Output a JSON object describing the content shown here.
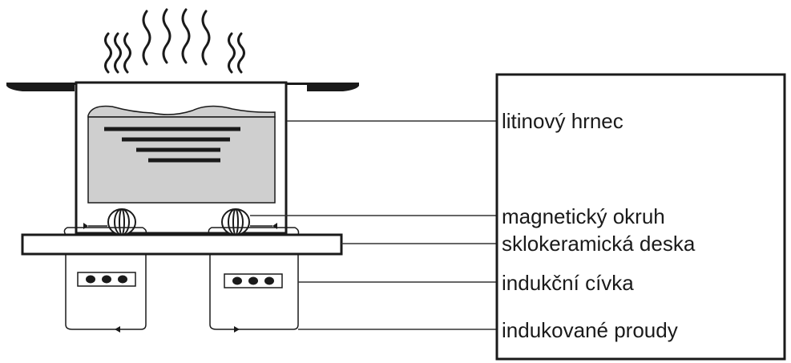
{
  "labels": {
    "cast_iron_pot": "litinový hrnec",
    "magnetic_circuit": "magnetický okruh",
    "glass_ceramic_plate": "sklokeramická deska",
    "induction_coil": "indukční cívka",
    "induced_currents": "indukované proudy"
  },
  "colors": {
    "stroke": "#1a1a1a",
    "pot_fill": "#cfcfcf",
    "background": "#ffffff"
  }
}
